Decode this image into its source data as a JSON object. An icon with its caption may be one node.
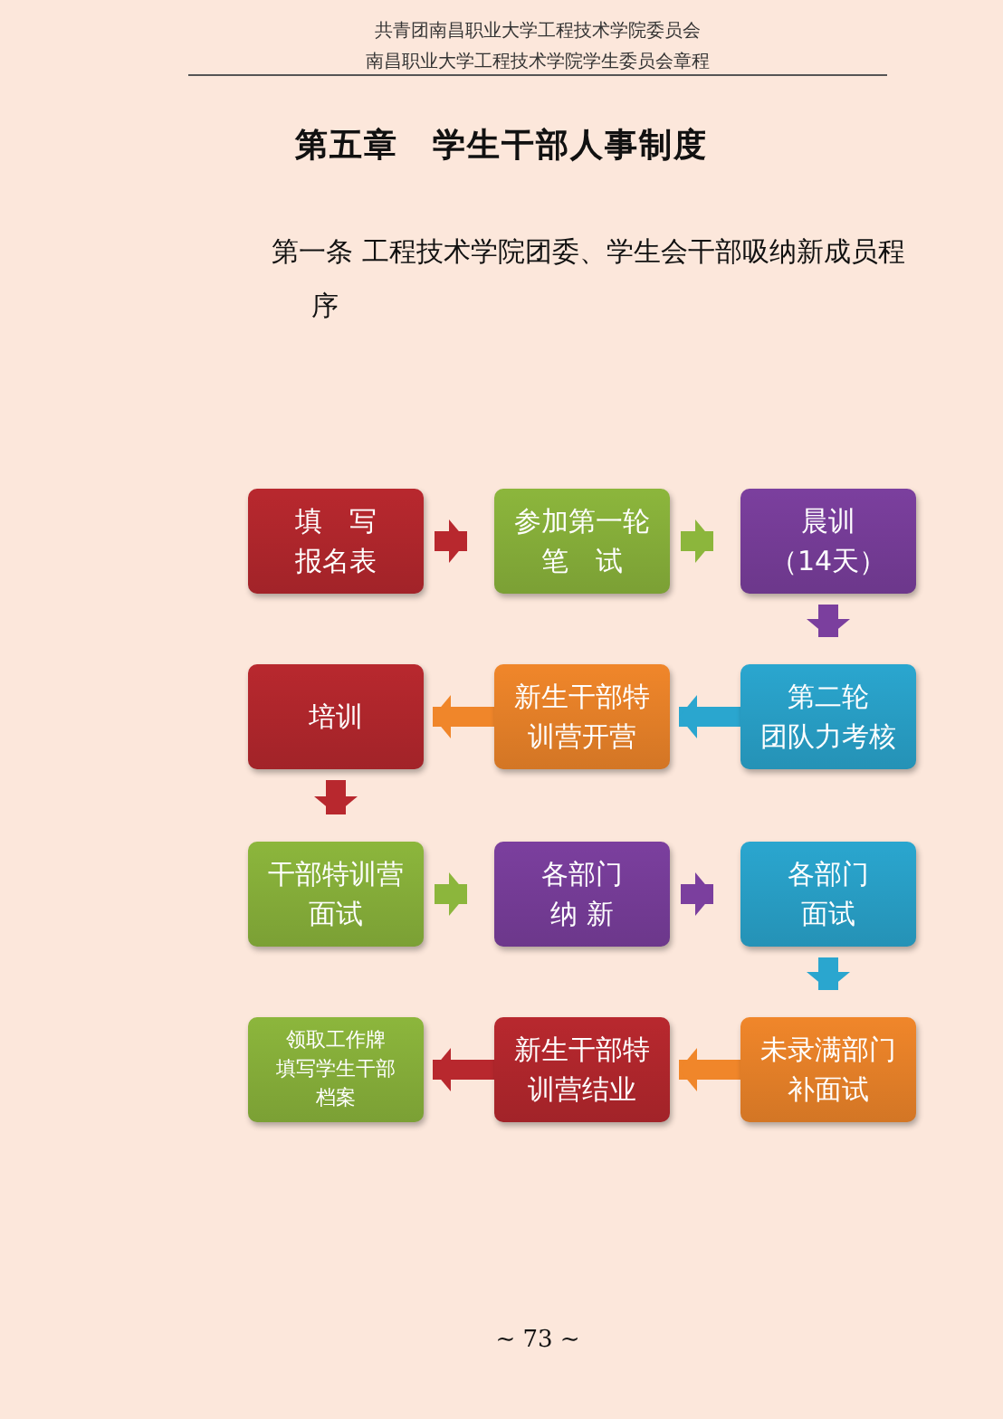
{
  "diagram": {
    "title": "第五章　学生干部人事制度",
    "nodes": [
      {
        "text": [
          "填　写",
          "报名表"
        ]
      },
      {
        "text": [
          "参加第一轮",
          "笔　试"
        ]
      },
      {
        "text": [
          "晨训",
          "（14天）"
        ]
      },
      {
        "text": [
          "培训"
        ]
      },
      {
        "text": [
          "新生干部特",
          "训营开营"
        ]
      },
      {
        "text": [
          "第二轮",
          "团队力考核"
        ]
      },
      {
        "text": [
          "干部特训营",
          "面试"
        ]
      },
      {
        "text": [
          "各部门",
          "纳 新"
        ]
      },
      {
        "text": [
          "各部门",
          "面试"
        ]
      },
      {
        "text": [
          "领取工作牌",
          "填写学生干部",
          "档案"
        ]
      },
      {
        "text": [
          "新生干部特",
          "训营结业"
        ]
      },
      {
        "text": [
          "未录满部门",
          "补面试"
        ]
      }
    ],
    "edges": [
      {
        "from": 0,
        "to": 1,
        "arrow": "to",
        "color": "#b8282e"
      },
      {
        "from": 1,
        "to": 2,
        "arrow": "to",
        "color": "#8cb63c"
      },
      {
        "from": 2,
        "to": 5,
        "arrow": "to",
        "color": "#7b3f9e"
      },
      {
        "from": 5,
        "to": 4,
        "arrow": "to",
        "color": "#2aa6cf"
      },
      {
        "from": 4,
        "to": 3,
        "arrow": "to",
        "color": "#f0862a"
      },
      {
        "from": 3,
        "to": 6,
        "arrow": "to",
        "color": "#b8282e"
      },
      {
        "from": 6,
        "to": 7,
        "arrow": "to",
        "color": "#8cb63c"
      },
      {
        "from": 7,
        "to": 8,
        "arrow": "to",
        "color": "#7b3f9e"
      },
      {
        "from": 8,
        "to": 11,
        "arrow": "to",
        "color": "#2aa6cf"
      },
      {
        "from": 11,
        "to": 10,
        "arrow": "to",
        "color": "#f0862a"
      },
      {
        "from": 10,
        "to": 9,
        "arrow": "to",
        "color": "#b8282e"
      }
    ],
    "labels": [
      "共青团南昌职业大学工程技术学院委员会",
      "南昌职业大学工程技术学院学生委员会章程",
      "第一条 工程技术学院团委、学生会干部吸纳新成员程序",
      "~ 73 ~"
    ]
  }
}
